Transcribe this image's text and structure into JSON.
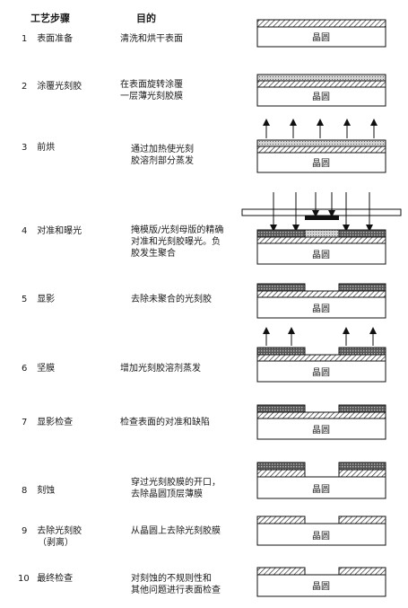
{
  "header": {
    "step_col": "工艺步骤",
    "purpose_col": "目的"
  },
  "wafer_label": "晶圆",
  "steps": [
    {
      "num": "1",
      "name": "表面准备",
      "purpose": [
        "清洗和烘干表面"
      ]
    },
    {
      "num": "2",
      "name": "涂覆光刻胶",
      "purpose": [
        "在表面旋转涂覆",
        "一层薄光刻胶膜"
      ]
    },
    {
      "num": "3",
      "name": "前烘",
      "purpose": [
        "通过加热使光刻",
        "胶溶剂部分蒸发"
      ]
    },
    {
      "num": "4",
      "name": "对准和曝光",
      "purpose": [
        "掩模版/光刻母版的精确",
        "对准和光刻胶曝光。负",
        "胶发生聚合"
      ]
    },
    {
      "num": "5",
      "name": "显影",
      "purpose": [
        "去除未聚合的光刻胶"
      ]
    },
    {
      "num": "6",
      "name": "坚膜",
      "purpose": [
        "增加光刻胶溶剂蒸发"
      ]
    },
    {
      "num": "7",
      "name": "显影检查",
      "purpose": [
        "检查表面的对准和缺陷"
      ]
    },
    {
      "num": "8",
      "name": "刻蚀",
      "purpose": [
        "穿过光刻胶膜的开口，",
        "去除晶圆顶层薄膜"
      ]
    },
    {
      "num": "9",
      "name": "去除光刻胶",
      "name_sub": "（剥离）",
      "purpose": [
        "从晶圆上去除光刻胶膜"
      ]
    },
    {
      "num": "10",
      "name": "最终检查",
      "purpose": [
        "对刻蚀的不规则性和",
        "其他问题进行表面检查"
      ]
    }
  ]
}
